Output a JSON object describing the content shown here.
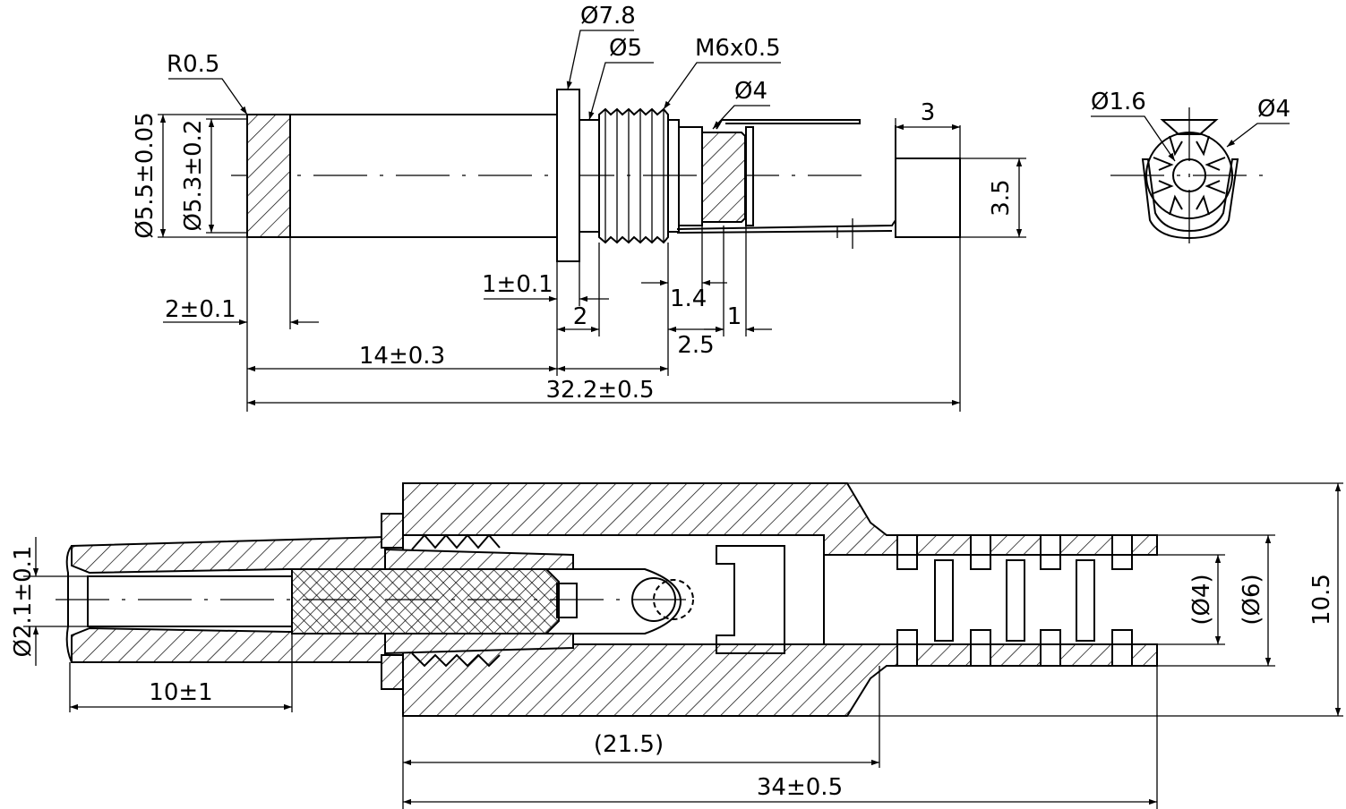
{
  "top_view": {
    "r": "R0.5",
    "d78": "Ø7.8",
    "d5": "Ø5",
    "thread": "M6x0.5",
    "d4": "Ø4",
    "d55": "Ø5.5±0.05",
    "d53": "Ø5.3±0.2",
    "w3": "3",
    "h35": "3.5",
    "l1": "1±0.1",
    "l14_small": "1.4",
    "l2": "2",
    "l1_small": "1",
    "l25": "2.5",
    "l2_01": "2±0.1",
    "l14": "14±0.3",
    "l322": "32.2±0.5"
  },
  "end_view": {
    "d16": "Ø1.6",
    "d4": "Ø4"
  },
  "section_view": {
    "d21": "Ø2.1±0.1",
    "l10": "10±1",
    "l215": "(21.5)",
    "l34": "34±0.5",
    "d4": "(Ø4)",
    "d6": "(Ø6)",
    "h105": "10.5"
  }
}
